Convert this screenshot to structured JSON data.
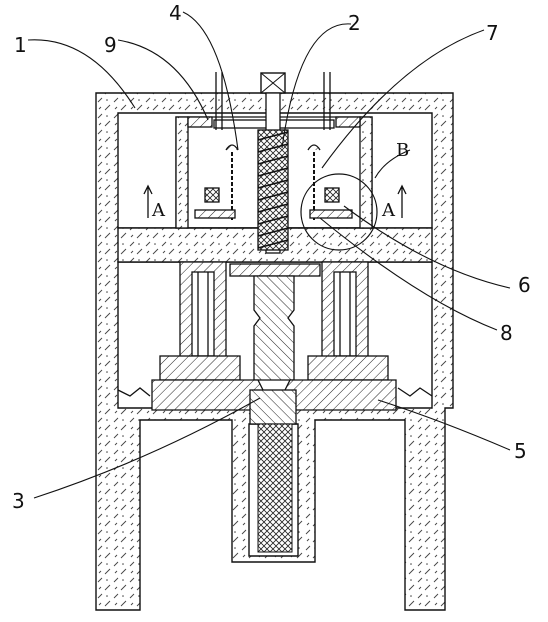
{
  "drawing": {
    "part_labels": [
      {
        "id": "1",
        "text": "1"
      },
      {
        "id": "2",
        "text": "2"
      },
      {
        "id": "3",
        "text": "3"
      },
      {
        "id": "4",
        "text": "4"
      },
      {
        "id": "5",
        "text": "5"
      },
      {
        "id": "6",
        "text": "6"
      },
      {
        "id": "7",
        "text": "7"
      },
      {
        "id": "8",
        "text": "8"
      },
      {
        "id": "9",
        "text": "9"
      }
    ],
    "section_marks": {
      "left": "A",
      "right": "A",
      "detail": "B"
    }
  }
}
